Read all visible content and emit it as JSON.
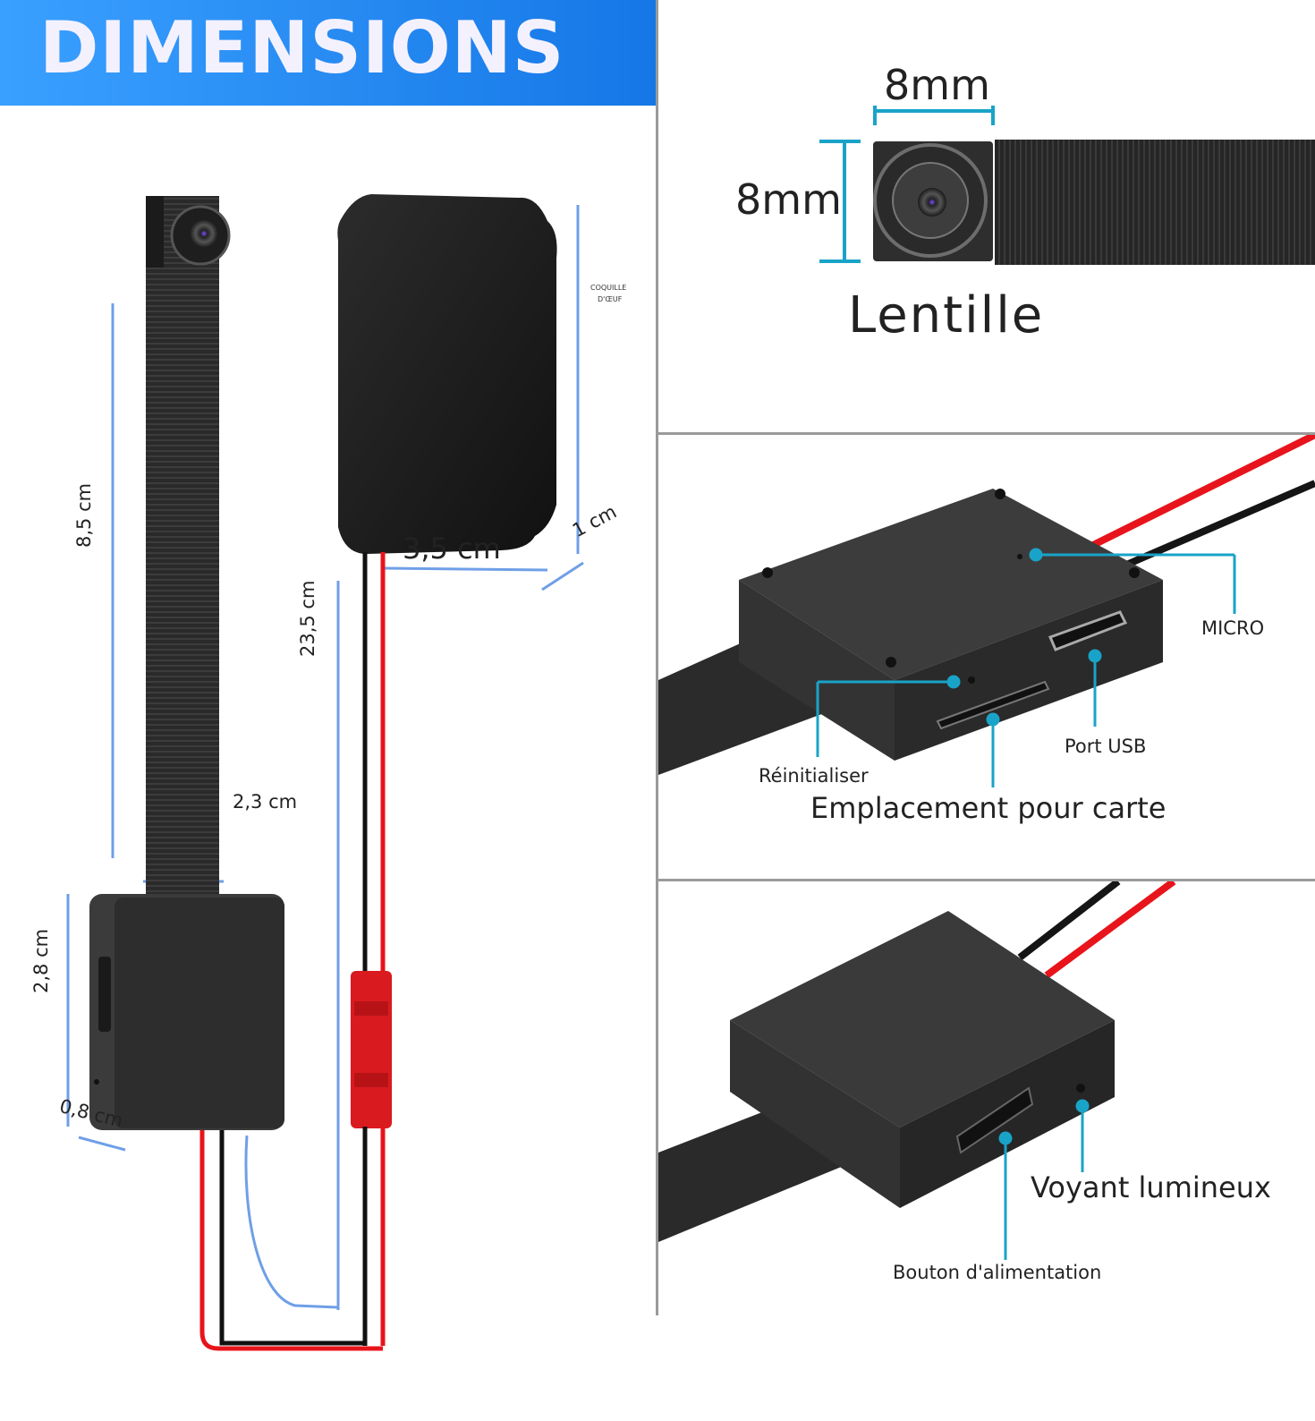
{
  "title": "DIMENSIONS",
  "left_panel": {
    "dim_lens_strip": "8,5 cm",
    "dim_cable": "23,5 cm",
    "dim_box_width": "3,5 cm",
    "dim_box_depth": "1 cm",
    "dim_module_width": "2,3 cm",
    "dim_module_height": "2,8 cm",
    "dim_module_depth": "0,8 cm",
    "shell_label_line1": "COQUILLE",
    "shell_label_line2": "D'ŒUF"
  },
  "lens_panel": {
    "width_label": "8mm",
    "height_label": "8mm",
    "caption": "Lentille"
  },
  "ports_panel": {
    "micro": "MICRO",
    "usb": "Port USB",
    "reset": "Réinitialiser",
    "card_slot": "Emplacement pour carte"
  },
  "power_panel": {
    "indicator": "Voyant lumineux",
    "power_button": "Bouton d'alimentation"
  },
  "colors": {
    "accent": "#1aa3c8",
    "banner": "#1f85ee",
    "wire_red": "#e8141b",
    "device": "#2b2b2b"
  }
}
